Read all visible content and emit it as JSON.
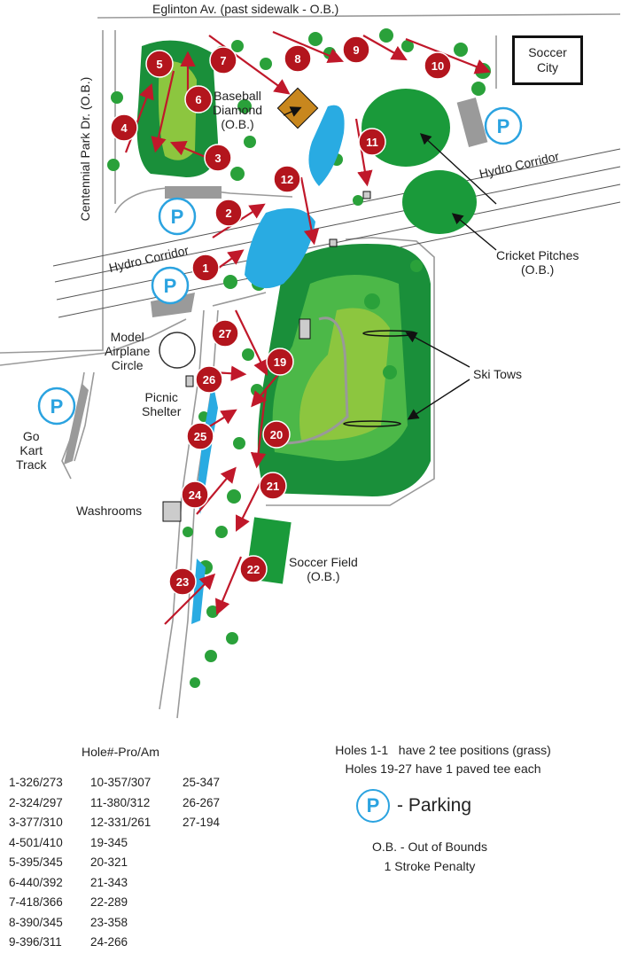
{
  "map": {
    "labels": {
      "eglinton": "Eglinton Av. (past sidewalk - O.B.)",
      "centennial": "Centennial Park Dr. (O.B.)",
      "hydro_corridor_top": "Hydro Corridor",
      "hydro_corridor_bottom": "Hydro Corridor",
      "soccer_city_line1": "Soccer",
      "soccer_city_line2": "City",
      "baseball_line1": "Baseball",
      "baseball_line2": "Diamond",
      "baseball_line3": "(O.B.)",
      "cricket_line1": "Cricket Pitches",
      "cricket_line2": "(O.B.)",
      "ski_tows": "Ski Tows",
      "model_airplane_line1": "Model",
      "model_airplane_line2": "Airplane",
      "model_airplane_line3": "Circle",
      "picnic_line1": "Picnic",
      "picnic_line2": "Shelter",
      "go_kart_line1": "Go",
      "go_kart_line2": "Kart",
      "go_kart_line3": "Track",
      "washrooms": "Washrooms",
      "soccer_field_line1": "Soccer Field",
      "soccer_field_line2": "(O.B.)",
      "parking_symbol": "P"
    },
    "holes": [
      "1",
      "2",
      "3",
      "4",
      "5",
      "6",
      "7",
      "8",
      "9",
      "10",
      "11",
      "12",
      "19",
      "20",
      "21",
      "22",
      "23",
      "24",
      "25",
      "26",
      "27"
    ],
    "colors": {
      "hole_marker": "#b3151d",
      "arrow": "#c0182a",
      "grass_dark": "#1a8f3a",
      "grass_light": "#8cc63f",
      "water": "#29abe2",
      "road": "#9a9a9a",
      "baseball": "#c8871e",
      "parking": "#2ba3e0"
    }
  },
  "legend": {
    "title": "Hole#-Pro/Am",
    "col1": [
      "1-326/273",
      "2-324/297",
      "3-377/310",
      "4-501/410",
      "5-395/345",
      "6-440/392",
      "7-418/366",
      "8-390/345",
      "9-396/311"
    ],
    "col2": [
      "10-357/307",
      "11-380/312",
      "12-331/261",
      "19-345",
      "20-321",
      "21-343",
      "22-289",
      "23-358",
      "24-266"
    ],
    "col3": [
      "25-347",
      "26-267",
      "27-194"
    ],
    "note_line1": "Holes 1-1   have 2 tee positions (grass)",
    "note_line2": "Holes 19-27 have 1 paved tee each",
    "parking_symbol": "P",
    "parking_label": "- Parking",
    "ob_line1": "O.B. - Out of Bounds",
    "ob_line2": "1 Stroke Penalty"
  }
}
